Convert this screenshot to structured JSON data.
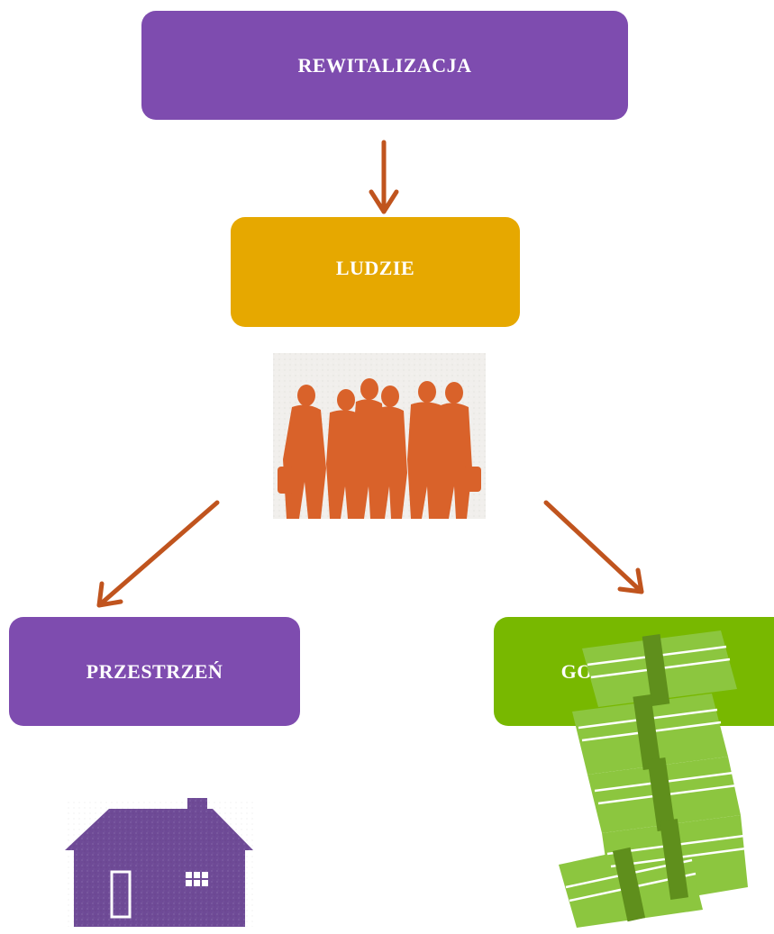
{
  "diagram": {
    "nodes": {
      "rewitalizacja": {
        "label": "REWITALIZACJA",
        "color": "#7e4caf"
      },
      "ludzie": {
        "label": "LUDZIE",
        "color": "#e6a800"
      },
      "przestrzen": {
        "label": "PRZESTRZEŃ",
        "color": "#7e4caf"
      },
      "gospodarka": {
        "label": "GOSPODARKA",
        "color": "#78b800"
      }
    },
    "edges": [
      {
        "from": "rewitalizacja",
        "to": "ludzie"
      },
      {
        "from": "ludzie",
        "to": "przestrzen"
      },
      {
        "from": "ludzie",
        "to": "gospodarka"
      }
    ],
    "arrow_color": "#c0541e",
    "illustrations": {
      "people": {
        "icon": "people-group-icon",
        "color": "#d9622a"
      },
      "house": {
        "icon": "house-icon",
        "color": "#6e4a96"
      },
      "money": {
        "icon": "money-stack-icon",
        "color": "#8cc63f"
      }
    }
  }
}
